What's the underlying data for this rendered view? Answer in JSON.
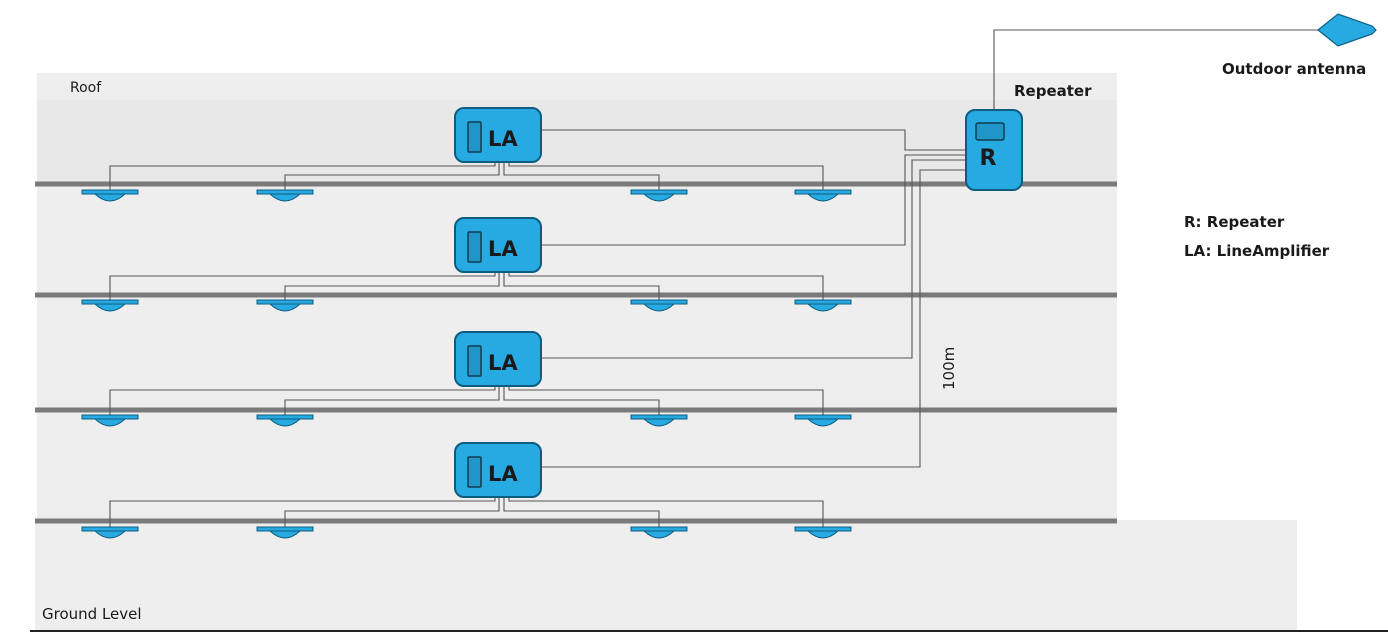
{
  "labels": {
    "roof": "Roof",
    "ground_level": "Ground Level",
    "repeater_title": "Repeater",
    "outdoor_antenna": "Outdoor antenna",
    "repeater_symbol": "R",
    "amplifier_symbol": "LA",
    "distance": "100m"
  },
  "legend": {
    "repeater": "R: Repeater",
    "line_amplifier": "LA: LineAmplifier"
  },
  "floors": [
    {
      "index": 1,
      "amplifier": "LA",
      "antennas": 4
    },
    {
      "index": 2,
      "amplifier": "LA",
      "antennas": 4
    },
    {
      "index": 3,
      "amplifier": "LA",
      "antennas": 4
    },
    {
      "index": 4,
      "amplifier": "LA",
      "antennas": 4
    }
  ],
  "colors": {
    "equipment": "#27a9e1",
    "building": "#eeeeee",
    "floor_slab": "#7a7a7a",
    "cable": "#555555"
  }
}
